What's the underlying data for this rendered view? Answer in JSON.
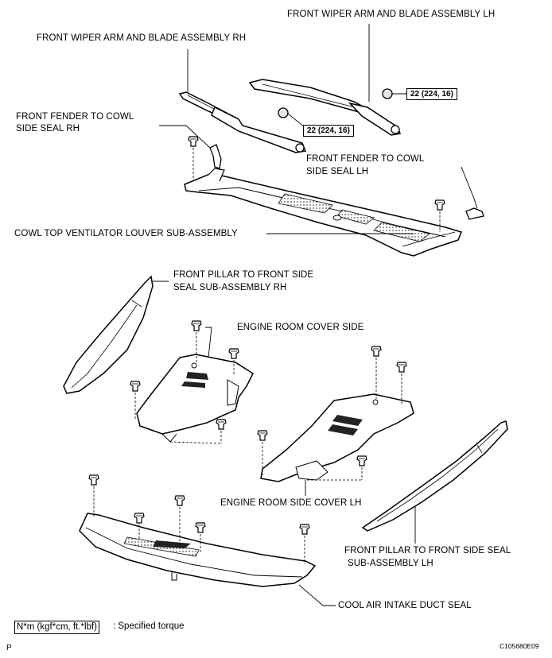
{
  "labels": {
    "wiper_lh": "FRONT WIPER ARM AND BLADE ASSEMBLY LH",
    "wiper_rh": "FRONT WIPER ARM AND BLADE ASSEMBLY RH",
    "fender_rh_1": "FRONT FENDER TO COWL",
    "fender_rh_2": "SIDE SEAL RH",
    "fender_lh_1": "FRONT FENDER TO COWL",
    "fender_lh_2": "SIDE SEAL LH",
    "cowl_louver": "COWL TOP VENTILATOR LOUVER SUB-ASSEMBLY",
    "pillar_rh_1": "FRONT PILLAR TO FRONT SIDE",
    "pillar_rh_2": "SEAL SUB-ASSEMBLY RH",
    "engine_cover_side": "ENGINE ROOM COVER SIDE",
    "engine_side_cover_lh": "ENGINE ROOM SIDE COVER LH",
    "pillar_lh_1": "FRONT PILLAR TO FRONT SIDE SEAL",
    "pillar_lh_2": "SUB-ASSEMBLY LH",
    "intake_seal": "COOL AIR INTAKE DUCT SEAL"
  },
  "torque": {
    "nut_lh": "22 (224, 16)",
    "nut_rh": "22 (224, 16)"
  },
  "legend": {
    "unit": "N*m (kgf*cm, ft.*lbf)",
    "text": ": Specified torque"
  },
  "footer": {
    "page_letter": "P",
    "figure_code": "C105680E09"
  }
}
